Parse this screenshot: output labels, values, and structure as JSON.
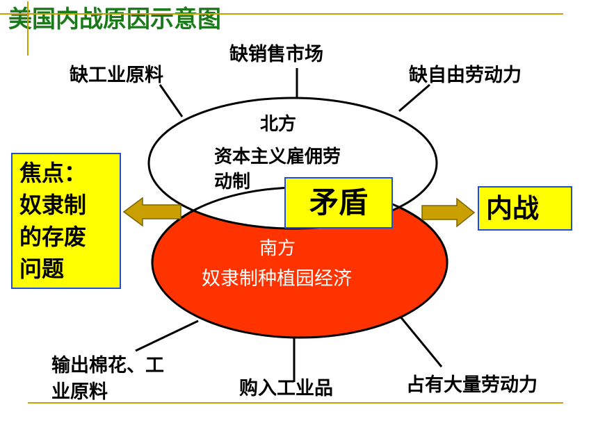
{
  "title": "美国内战原因示意图",
  "colors": {
    "title": "#1a7a1a",
    "rule": "#c8a000",
    "south_fill": "#ff3300",
    "box_fill": "#ffff00",
    "box_border": "#1f4fd0",
    "arrow": "#c9a000"
  },
  "north": {
    "name": "北方",
    "economy_line1": "资本主义雇佣劳",
    "economy_line2": "动制",
    "needs": [
      "缺工业原料",
      "缺销售市场",
      "缺自由劳动力"
    ]
  },
  "south": {
    "name": "南方",
    "economy": "奴隶制种植园经济",
    "traits": [
      "输出棉花、工",
      "业原料",
      "购入工业品",
      "占有大量劳动力"
    ]
  },
  "contradiction": "矛盾",
  "focus": {
    "line1": "焦点：",
    "line2": "奴隶制",
    "line3": "的存废",
    "line4": "问题"
  },
  "result": "内战"
}
